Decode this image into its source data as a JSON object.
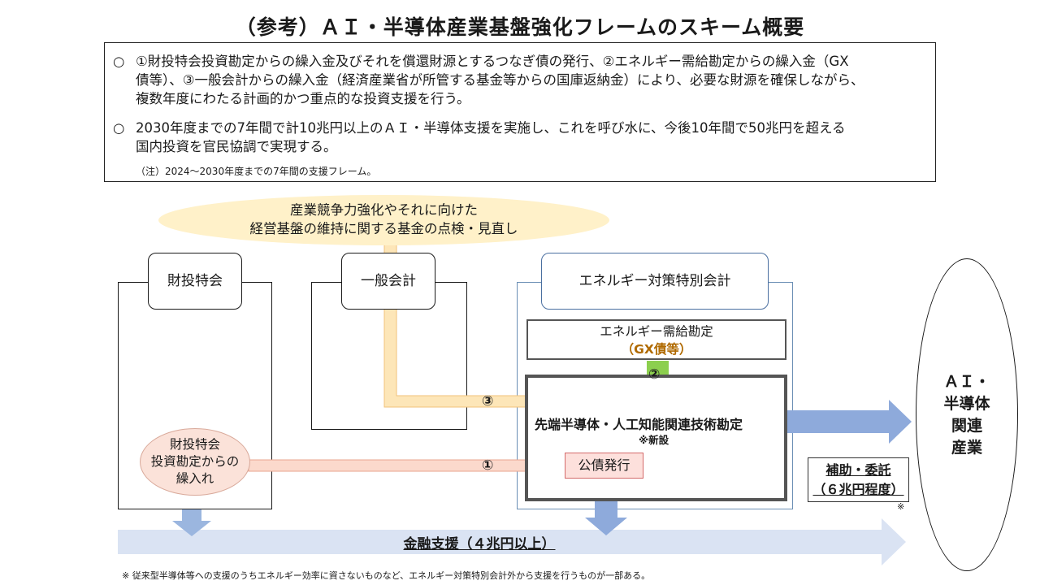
{
  "title": "（参考）ＡＩ・半導体産業基盤強化フレームのスキーム概要",
  "summary": {
    "bullet": "○",
    "p1_line1": "①財投特会投資勘定からの繰入金及びそれを償還財源とするつなぎ債の発行、②エネルギー需給勘定からの繰入金（GX",
    "p1_line2": "債等）、③一般会計からの繰入金（経済産業省が所管する基金等からの国庫返納金）により、必要な財源を確保しながら、",
    "p1_line3": "複数年度にわたる計画的かつ重点的な投資支援を行う。",
    "p2_line1": "2030年度までの7年間で計10兆円以上のＡＩ・半導体支援を実施し、これを呼び水に、今後10年間で50兆円を超える",
    "p2_line2": "国内投資を官民協調で実現する。",
    "note": "（注）2024～2030年度までの7年間の支援フレーム。"
  },
  "fund_review": {
    "line1": "産業競争力強化やそれに向けた",
    "line2": "経営基盤の維持に関する基金の点検・見直し"
  },
  "accounts": {
    "fiscal_investment": "財投特会",
    "general": "一般会計",
    "energy": "エネルギー対策特別会計"
  },
  "energy_demand": {
    "label": "エネルギー需給勘定",
    "sub": "（GX債等）"
  },
  "tech_account": {
    "label": "先端半導体・人工知能関連技術勘定",
    "new": "※新設"
  },
  "bond_issue": "公債発行",
  "fiscal_transfer": {
    "line1": "財投特会",
    "line2": "投資勘定からの",
    "line3": "繰入れ"
  },
  "flows": {
    "n1": "①",
    "n2": "②",
    "n3": "③"
  },
  "subsidy": {
    "line1": "補助・委託",
    "line2": "（６兆円程度）",
    "mark": "※"
  },
  "industry": {
    "line1": "ＡＩ・",
    "line2": "半導体",
    "line3": "関連",
    "line4": "産業"
  },
  "finance_support": "金融支援（４兆円以上）",
  "footnote": "※ 従来型半導体等への支援のうちエネルギー効率に資さないものなど、エネルギー対策特別会計外から支援を行うものが一部ある。",
  "colors": {
    "yellow_fill": "#fff1c9",
    "yellow_arrow": "#fde6b8",
    "yellow_stroke": "#f1c27a",
    "pink_fill": "#fbe2d9",
    "pink_arrow": "#fbd9cc",
    "green_arrow": "#8ccf4e",
    "blue_arrow": "#8eaadb",
    "light_blue_band": "#dae3f3",
    "energy_border": "#6b8fb5"
  }
}
